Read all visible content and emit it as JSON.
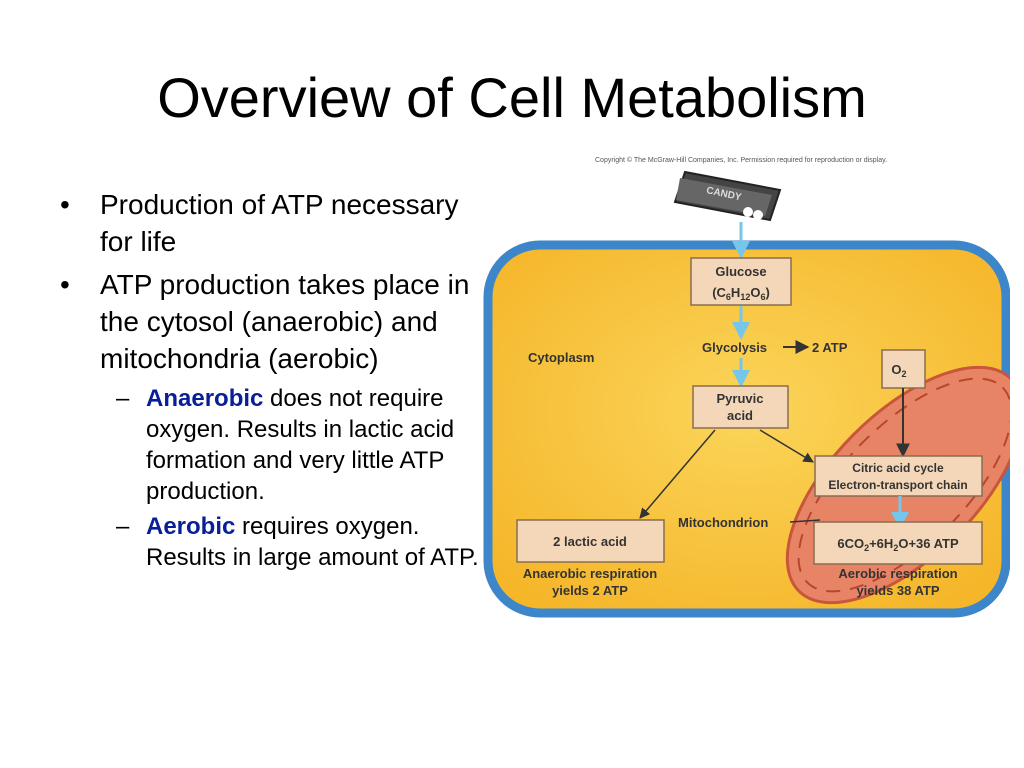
{
  "slide": {
    "title": "Overview of Cell Metabolism",
    "bullets": [
      {
        "text": "Production of ATP necessary for life"
      },
      {
        "text": "ATP production takes place in the cytosol (anaerobic) and mitochondria (aerobic)",
        "sub": [
          {
            "keyword": "Anaerobic",
            "rest": " does not require oxygen. Results in lactic acid formation and very little ATP production."
          },
          {
            "keyword": "Aerobic",
            "rest": " requires oxygen. Results in large amount of ATP."
          }
        ]
      }
    ]
  },
  "diagram": {
    "copyright": "Copyright © The McGraw-Hill Companies, Inc. Permission required for reproduction or display.",
    "candy_label": "CANDY",
    "glucose": {
      "line1": "Glucose",
      "formula": [
        "(C",
        "6",
        "H",
        "12",
        "O",
        "6",
        ")"
      ]
    },
    "glycolysis": "Glycolysis",
    "glycolysis_atp": "2 ATP",
    "cytoplasm": "Cytoplasm",
    "oxygen": [
      "O",
      "2"
    ],
    "pyruvic": [
      "Pyruvic",
      "acid"
    ],
    "krebs": [
      "Citric acid cycle",
      "Electron-transport chain"
    ],
    "mitochondrion": "Mitochondrion",
    "lactic": "2 lactic acid",
    "aerobic_products": [
      "6CO",
      "2",
      "+6H",
      "2",
      "O+36 ATP"
    ],
    "anaerobic_caption": [
      "Anaerobic respiration",
      "yields 2 ATP"
    ],
    "aerobic_caption": [
      "Aerobic respiration",
      "yields 38 ATP"
    ],
    "colors": {
      "cell_border": "#3d86c9",
      "cytoplasm_fill": "#f9c83a",
      "box_fill": "#f4d7b8",
      "mitochondrion_fill": "#e88466",
      "arrow_blue": "#74c6ea"
    }
  }
}
